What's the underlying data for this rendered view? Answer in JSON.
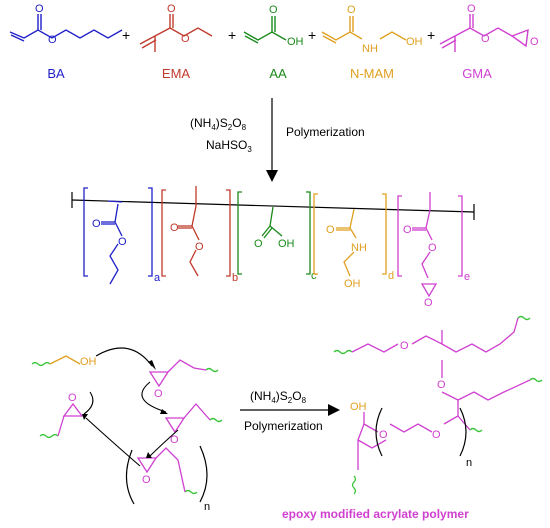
{
  "colors": {
    "ba": "#2020c8",
    "ema": "#c03a2b",
    "aa": "#1a8a1a",
    "nmam": "#e0a020",
    "gma": "#d040d0",
    "ink": "#000000",
    "wavy": "#3cc43c"
  },
  "monomers": [
    {
      "name": "BA"
    },
    {
      "name": "EMA"
    },
    {
      "name": "AA"
    },
    {
      "name": "N-MAM"
    },
    {
      "name": "GMA"
    }
  ],
  "plus": "+",
  "step1": {
    "initiator": "(NH",
    "initiator_sub": "4",
    "initiator_mid": ")",
    "initiator_s": "S",
    "initiator_s_sub": "2",
    "initiator_o": "O",
    "initiator_o_sub": "8",
    "reductant": "NaHSO",
    "reductant_sub": "3",
    "label": "Polymerization"
  },
  "subscripts": {
    "a": "a",
    "b": "b",
    "c": "c",
    "d": "d",
    "e": "e",
    "n1": "n",
    "n2": "n"
  },
  "atoms": {
    "O": "O",
    "OH": "OH",
    "NH": "NH"
  },
  "step2": {
    "label": "Polymerization"
  },
  "product_label": "epoxy modified acrylate polymer"
}
